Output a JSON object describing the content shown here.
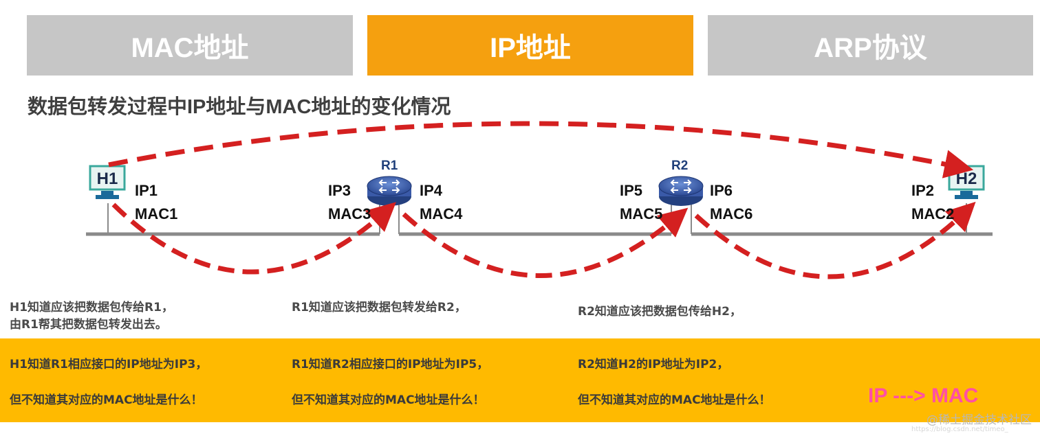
{
  "tabs": [
    {
      "label": "MAC地址",
      "active": false
    },
    {
      "label": "IP地址",
      "active": true
    },
    {
      "label": "ARP协议",
      "active": false
    }
  ],
  "heading": "数据包转发过程中IP地址与MAC地址的变化情况",
  "hosts": {
    "h1": {
      "name": "H1",
      "ip": "IP1",
      "mac": "MAC1"
    },
    "h2": {
      "name": "H2",
      "ip": "IP2",
      "mac": "MAC2"
    }
  },
  "routers": {
    "r1": {
      "name": "R1",
      "left_ip": "IP3",
      "left_mac": "MAC3",
      "right_ip": "IP4",
      "right_mac": "MAC4"
    },
    "r2": {
      "name": "R2",
      "left_ip": "IP5",
      "left_mac": "MAC5",
      "right_ip": "IP6",
      "right_mac": "MAC6"
    }
  },
  "notes": {
    "h1_line1": "H1知道应该把数据包传给R1，",
    "h1_line2": "由R1帮其把数据包转发出去。",
    "r1": "R1知道应该把数据包转发给R2，",
    "r2": "R2知道应该把数据包传给H2，"
  },
  "band": {
    "col1_line1": "H1知道R1相应接口的IP地址为IP3，",
    "col1_line2": "但不知道其对应的MAC地址是什么！",
    "col2_line1": "R1知道R2相应接口的IP地址为IP5，",
    "col2_line2": "但不知道其对应的MAC地址是什么！",
    "col3_line1": "R2知道H2的IP地址为IP2，",
    "col3_line2": "但不知道其对应的MAC地址是什么！",
    "ip_to_mac": "IP ---> MAC"
  },
  "watermark": "@稀土掘金技术社区",
  "watermark_url": "https://blog.csdn.net/timeo_",
  "colors": {
    "tab_gray": "#c6c6c6",
    "tab_active": "#f5a00f",
    "band": "#ffba00",
    "arrow": "#d42020",
    "ip_mac": "#ff4fa6"
  }
}
